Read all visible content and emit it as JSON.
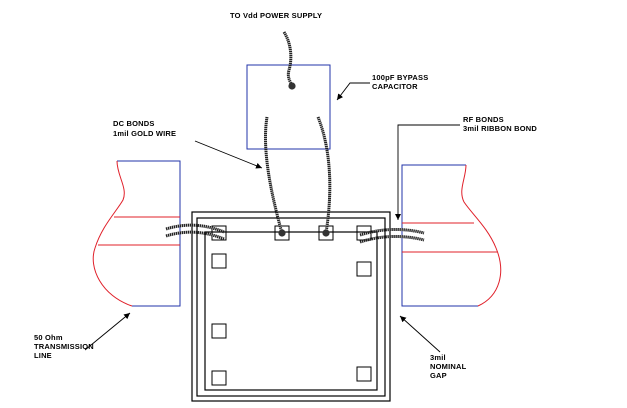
{
  "labels": {
    "power_supply": "TO Vdd POWER SUPPLY",
    "capacitor_line1": "100pF BYPASS",
    "capacitor_line2": "CAPACITOR",
    "dc_bonds_line1": "DC BONDS",
    "dc_bonds_line2": "1mil GOLD WIRE",
    "rf_bonds_line1": "RF BONDS",
    "rf_bonds_line2": "3mil RIBBON BOND",
    "tline_line1": "50 Ohm",
    "tline_line2": "TRANSMISSION",
    "tline_line3": "LINE",
    "gap_line1": "3mil",
    "gap_line2": "NOMINAL",
    "gap_line3": "GAP"
  },
  "colors": {
    "outline": "#000000",
    "transmission_line_edge": "#2233aa",
    "transmission_line_conductor": "#e0202a"
  }
}
